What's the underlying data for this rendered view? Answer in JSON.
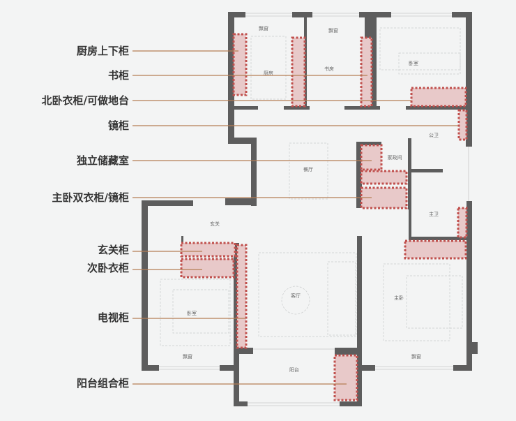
{
  "callouts": [
    {
      "label": "厨房上下柜"
    },
    {
      "label": "书柜"
    },
    {
      "label": "北卧衣柜/可做地台"
    },
    {
      "label": "镜柜"
    },
    {
      "label": "独立储藏室"
    },
    {
      "label": "主卧双衣柜/镜柜"
    },
    {
      "label": "玄关柜"
    },
    {
      "label": "次卧衣柜"
    },
    {
      "label": "电视柜"
    },
    {
      "label": "阳台组合柜"
    }
  ],
  "rooms": {
    "bay1": "飘窗",
    "bay2": "飘窗",
    "bedroom_n": "卧室",
    "kitchen": "厨房",
    "study": "书房",
    "public_bath": "公卫",
    "utility": "家政间",
    "dining": "餐厅",
    "master_bath": "主卫",
    "foyer": "玄关",
    "living": "客厅",
    "bedroom_s": "卧室",
    "master": "主卧",
    "bay3": "飘窗",
    "bay4": "飘窗",
    "balcony": "阳台"
  },
  "colors": {
    "wall": "#5d5d5d",
    "cabinet_fill": "#e8c9c9",
    "cabinet_border": "#c0504d",
    "leader": "#b57e55"
  }
}
